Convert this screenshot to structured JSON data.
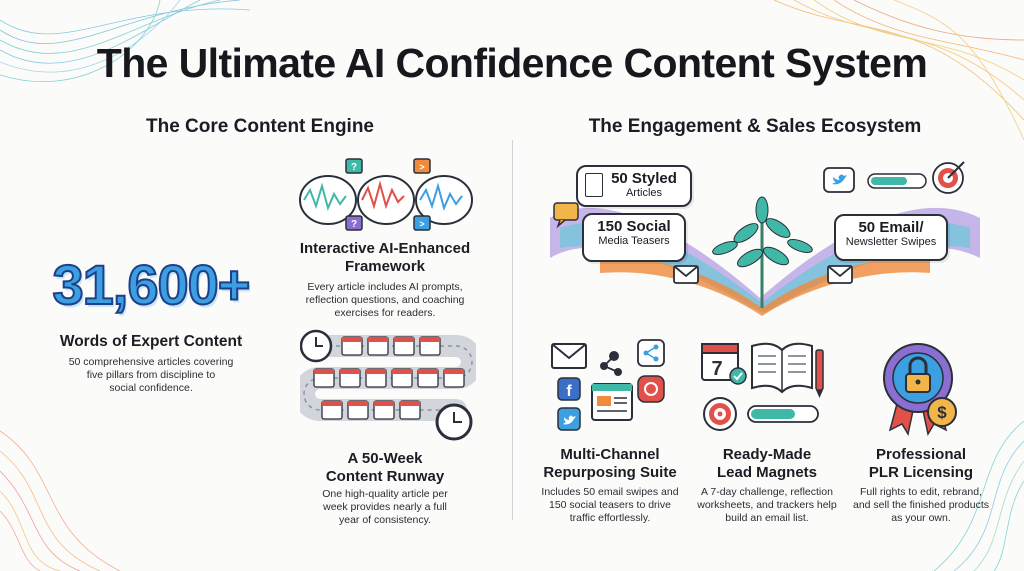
{
  "title": "The Ultimate AI Confidence Content System",
  "left": {
    "heading": "The Core Content Engine",
    "stat": {
      "number": "31,600+",
      "label": "Words of Expert Content",
      "desc": [
        "50 comprehensive articles covering",
        "five pillars from discipline to",
        "social confidence."
      ]
    },
    "framework": {
      "title": [
        "Interactive AI-Enhanced",
        "Framework"
      ],
      "desc": [
        "Every article includes AI prompts,",
        "reflection questions, and coaching",
        "exercises for readers."
      ]
    },
    "runway": {
      "title": [
        "A 50-Week",
        "Content Runway"
      ],
      "desc": [
        "One high-quality article per",
        "week provides nearly a full",
        "year of consistency."
      ]
    }
  },
  "right": {
    "heading": "The Engagement & Sales Ecosystem",
    "cards": {
      "articles": {
        "number": "50 Styled",
        "label": "Articles"
      },
      "social": {
        "number": "150 Social",
        "label": "Media Teasers"
      },
      "email": {
        "number": "50 Email/",
        "label": "Newsletter Swipes"
      }
    },
    "features": [
      {
        "title": [
          "Multi-Channel",
          "Repurposing Suite"
        ],
        "desc": [
          "Includes 50 email swipes and",
          "150 social teasers to drive",
          "traffic effortlessly."
        ]
      },
      {
        "title": [
          "Ready-Made",
          "Lead Magnets"
        ],
        "desc": [
          "A 7-day challenge, reflection",
          "worksheets, and trackers help",
          "build an email list."
        ]
      },
      {
        "title": [
          "Professional",
          "PLR Licensing"
        ],
        "desc": [
          "Full rights to edit, rebrand,",
          "and sell the finished products",
          "as your own."
        ]
      }
    ],
    "calendar_day": "7"
  },
  "icons": [
    "brain-icon",
    "calendar-icon",
    "clock-icon",
    "envelope-icon",
    "share-icon",
    "facebook-icon",
    "instagram-icon",
    "twitter-icon",
    "target-icon",
    "book-icon",
    "pen-icon",
    "lock-icon",
    "dollar-icon",
    "document-icon",
    "chat-icon"
  ],
  "colors": {
    "accent_blue": "#3b9fe2",
    "navy": "#1f3f8a",
    "teal": "#3fb8a8",
    "orange": "#f08a3c",
    "purple": "#8a6fd1",
    "red": "#e2504a"
  }
}
